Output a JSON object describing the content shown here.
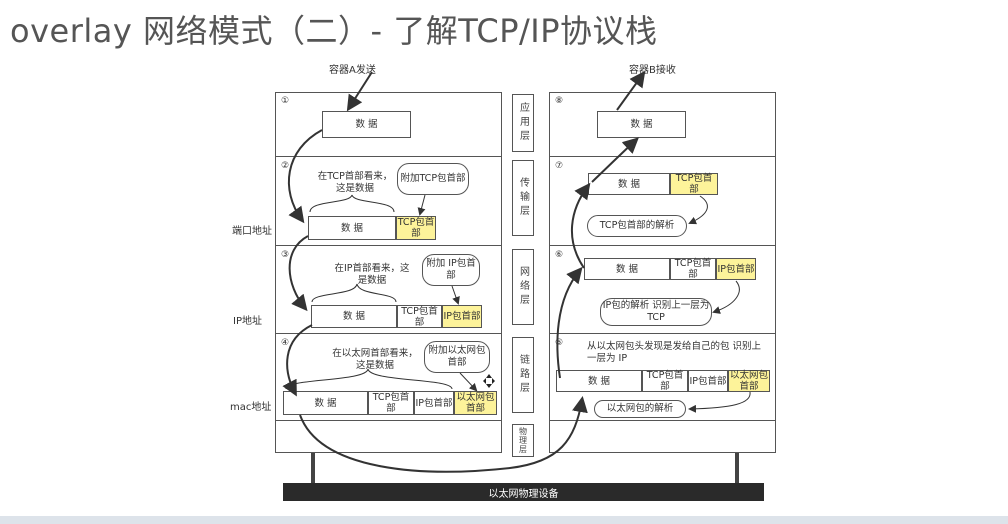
{
  "title": "overlay 网络模式（二）- 了解TCP/IP协议栈",
  "sender_label": "容器A发送",
  "receiver_label": "容器B接收",
  "side_labels": {
    "port": "端口地址",
    "ip": "IP地址",
    "mac": "mac地址"
  },
  "layers": {
    "app": "应用层",
    "transport": "传输层",
    "network": "网络层",
    "link": "链路层",
    "physical": "物理层"
  },
  "step_numbers": [
    "①",
    "②",
    "③",
    "④",
    "⑤",
    "⑥",
    "⑦",
    "⑧"
  ],
  "cells": {
    "data": "数 据",
    "tcp_header": "TCP包首部",
    "ip_header": "IP包首部",
    "eth_header": "以太网包首部"
  },
  "left_notes": {
    "tcp_view": "在TCP首部看来，这是数据",
    "add_tcp": "附加TCP包首部",
    "ip_view": "在IP首部看来，这是数据",
    "add_ip": "附加 IP包首部",
    "eth_view": "在以太网首部看来，这是数据",
    "add_eth": "附加以太网包首部"
  },
  "right_notes": {
    "tcp_parse": "TCP包首部的解析",
    "ip_parse": "IP包的解析 识别上一层为TCP",
    "eth_found": "从以太网包头发现是发给自己的包 识别上一层为 IP",
    "eth_parse": "以太网包的解析"
  },
  "bus_label": "以太网物理设备"
}
